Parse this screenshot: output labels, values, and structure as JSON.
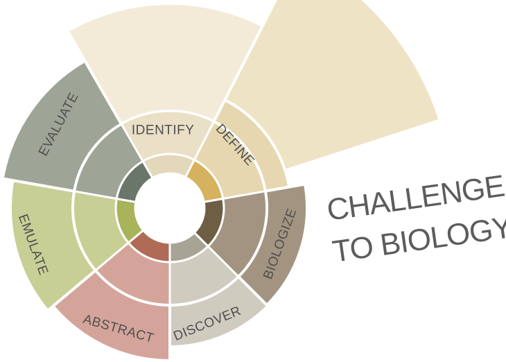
{
  "title": {
    "line1": "CHALLENGE",
    "line2": "TO BIOLOGY"
  },
  "segments": [
    {
      "id": "identify",
      "label": "IDENTIFY",
      "outer_color": "#eadfc7",
      "inner_color": "#e3d7bc"
    },
    {
      "id": "define",
      "label": "DEFINE",
      "outer_color": "#e6d7b0",
      "inner_color": "#d6b25e"
    },
    {
      "id": "biologize",
      "label": "BIOLOGIZE",
      "outer_color": "#a39481",
      "inner_color": "#6e5e44"
    },
    {
      "id": "discover",
      "label": "DISCOVER",
      "outer_color": "#cfcbbf",
      "inner_color": "#a7a496"
    },
    {
      "id": "abstract",
      "label": "ABSTRACT",
      "outer_color": "#d4a49a",
      "inner_color": "#b06b57"
    },
    {
      "id": "emulate",
      "label": "EMULATE",
      "outer_color": "#c7cf95",
      "inner_color": "#a8b35a"
    },
    {
      "id": "evaluate",
      "label": "EVALUATE",
      "outer_color": "#9ea597",
      "inner_color": "#6b766a"
    }
  ],
  "colors": {
    "spiral_top": "#f3ead8",
    "spiral_right": "#eee3c4",
    "separator": "#ffffff",
    "title_text": "#5c5c5c",
    "label_text": "#4f4f4f"
  }
}
